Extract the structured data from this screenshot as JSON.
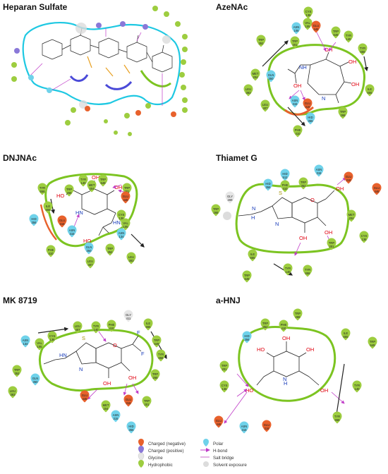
{
  "panels": {
    "p1": {
      "title": "Heparan Sulfate"
    },
    "p2": {
      "title": "AzeNAc"
    },
    "p3": {
      "title": "DNJNAc"
    },
    "p4": {
      "title": "Thiamet G"
    },
    "p5": {
      "title": "MK 8719"
    },
    "p6": {
      "title": "a-HNJ"
    }
  },
  "residues": {
    "az_cys136": {
      "name": "CYS",
      "num": "136"
    },
    "az_asn108": {
      "name": "ASN",
      "num": "108"
    },
    "az_val105": {
      "name": "VAL",
      "num": "105"
    },
    "az_glu446": {
      "name": "GLU",
      "num": "446"
    },
    "az_tyr658": {
      "name": "TYR",
      "num": "658"
    },
    "az_trp352": {
      "name": "TRP",
      "num": "352"
    },
    "az_trp201": {
      "name": "TRP",
      "num": "201"
    },
    "az_trp649": {
      "name": "TRP",
      "num": "649"
    },
    "az_tyr140": {
      "name": "TYR",
      "num": "140"
    },
    "az_met204": {
      "name": "MET",
      "num": "204"
    },
    "az_gln350": {
      "name": "GLN",
      "num": "350"
    },
    "az_leu383": {
      "name": "LEU",
      "num": "383"
    },
    "az_leu407": {
      "name": "LEU",
      "num": "407"
    },
    "az_ile655": {
      "name": "ILE",
      "num": "655"
    },
    "az_asn315": {
      "name": "ASN",
      "num": "315"
    },
    "az_glu316": {
      "name": "GLU",
      "num": "316"
    },
    "az_his356": {
      "name": "HID",
      "num": "356"
    },
    "az_trp268": {
      "name": "TRP",
      "num": "268"
    },
    "az_phe410": {
      "name": "PHE",
      "num": "410"
    },
    "dn_tyr140": {
      "name": "TYR",
      "num": "140"
    },
    "dn_trp649": {
      "name": "TRP",
      "num": "649"
    },
    "dn_met204": {
      "name": "MET",
      "num": "204"
    },
    "dn_trp268": {
      "name": "TRP",
      "num": "268"
    },
    "dn_tyr658": {
      "name": "TYR",
      "num": "658"
    },
    "dn_ile655": {
      "name": "ILE",
      "num": "655"
    },
    "dn_his356": {
      "name": "HID",
      "num": "356"
    },
    "dn_glu316": {
      "name": "GLU",
      "num": "316"
    },
    "dn_asn315": {
      "name": "ASN",
      "num": "315"
    },
    "dn_trp201": {
      "name": "TRP",
      "num": "201"
    },
    "dn_glu446": {
      "name": "GLU",
      "num": "446"
    },
    "dn_cys136": {
      "name": "CYS",
      "num": "136"
    },
    "dn_val105": {
      "name": "VAL",
      "num": "105"
    },
    "dn_asn134": {
      "name": "ASN",
      "num": "134"
    },
    "dn_gln350": {
      "name": "GLN",
      "num": "350"
    },
    "dn_trp352": {
      "name": "TRP",
      "num": "352"
    },
    "dn_phe410": {
      "name": "PHE",
      "num": "410"
    },
    "dn_leu383": {
      "name": "LEU",
      "num": "383"
    },
    "dn_leu407": {
      "name": "LEU",
      "num": "407"
    },
    "th_his512": {
      "name": "HID",
      "num": "512"
    },
    "th_asn315": {
      "name": "ASN",
      "num": "315"
    },
    "th_glu316": {
      "name": "GLU",
      "num": "316"
    },
    "th_his356": {
      "name": "HID",
      "num": "356"
    },
    "th_phe410": {
      "name": "PHE",
      "num": "410"
    },
    "th_trp352": {
      "name": "TRP",
      "num": "352"
    },
    "th_gly269": {
      "name": "GLY",
      "num": "269"
    },
    "th_trp268": {
      "name": "TRP",
      "num": "268"
    },
    "th_glu446": {
      "name": "GLU",
      "num": "446"
    },
    "th_met204": {
      "name": "MET",
      "num": "204"
    },
    "th_cys136": {
      "name": "CYS",
      "num": "136"
    },
    "th_ile655": {
      "name": "ILE",
      "num": "655"
    },
    "th_trp201": {
      "name": "TRP",
      "num": "201"
    },
    "th_tyr140": {
      "name": "TYR",
      "num": "140"
    },
    "th_tyr658": {
      "name": "TYR",
      "num": "658"
    },
    "th_trp649": {
      "name": "TRP",
      "num": "649"
    },
    "mk_gly411": {
      "name": "GLY",
      "num": "411"
    },
    "mk_ile655": {
      "name": "ILE",
      "num": "655"
    },
    "mk_leu407": {
      "name": "LEU",
      "num": "407"
    },
    "mk_tyr140": {
      "name": "TYR",
      "num": "140"
    },
    "mk_phe410": {
      "name": "PHE",
      "num": "410"
    },
    "mk_trp649": {
      "name": "TRP",
      "num": "649"
    },
    "mk_asn134": {
      "name": "ASN",
      "num": "134"
    },
    "mk_val105": {
      "name": "VAL",
      "num": "105"
    },
    "mk_cys136": {
      "name": "CYS",
      "num": "136"
    },
    "mk_tyr658": {
      "name": "TYR",
      "num": "658"
    },
    "mk_trp352": {
      "name": "TRP",
      "num": "352"
    },
    "mk_gln350": {
      "name": "GLN",
      "num": "350"
    },
    "mk_leu383": {
      "name": "LEU",
      "num": "383"
    },
    "mk_glu446": {
      "name": "GLU",
      "num": "446"
    },
    "mk_glu316": {
      "name": "GLU",
      "num": "316"
    },
    "mk_trp201": {
      "name": "TRP",
      "num": "201"
    },
    "mk_trp268": {
      "name": "TRP",
      "num": "268"
    },
    "mk_met204": {
      "name": "MET",
      "num": "204"
    },
    "mk_asn315": {
      "name": "ASN",
      "num": "315"
    },
    "mk_his356": {
      "name": "HID",
      "num": "356"
    },
    "hn_trp268": {
      "name": "TRP",
      "num": "268"
    },
    "hn_trp352": {
      "name": "TRP",
      "num": "352"
    },
    "hn_phe410": {
      "name": "PHE",
      "num": "410"
    },
    "hn_his356": {
      "name": "HID",
      "num": "356"
    },
    "hn_ile655": {
      "name": "ILE",
      "num": "655"
    },
    "hn_trp649": {
      "name": "TRP",
      "num": "649"
    },
    "hn_trp201": {
      "name": "TRP",
      "num": "201"
    },
    "hn_cys136": {
      "name": "CYS",
      "num": "136"
    },
    "hn_tyr140": {
      "name": "TYR",
      "num": "140"
    },
    "hn_tyr658": {
      "name": "TYR",
      "num": "658"
    },
    "hn_glu446": {
      "name": "GLU",
      "num": "446"
    },
    "hn_asn315": {
      "name": "ASN",
      "num": "315"
    },
    "hn_glu316": {
      "name": "GLU",
      "num": "316"
    }
  },
  "atoms": {
    "oh": "OH",
    "o": "O",
    "s": "S",
    "n": "N",
    "nh": "NH",
    "hn": "HN",
    "hnh": "HN",
    "f": "F",
    "h": "H",
    "ho": "HO"
  },
  "legend": {
    "charged_neg": "Charged (negative)",
    "charged_pos": "Charged (positive)",
    "glycine": "Glycine",
    "hydrophobic": "Hydrophobic",
    "polar": "Polar",
    "hbond": "H-bond",
    "salt_bridge": "Salt bridge",
    "solvent": "Solvent exposure"
  },
  "colors": {
    "hydrophobic": "#9dcd3f",
    "polar": "#6fd2ea",
    "negative": "#e8612c",
    "positive": "#8a78d8",
    "glycine": "#e6e6e6",
    "pocket_green": "#7cc421",
    "pocket_cyan": "#1ec8e2",
    "hbond": "#c03cc8",
    "salt_bridge": "#c86cc8"
  }
}
